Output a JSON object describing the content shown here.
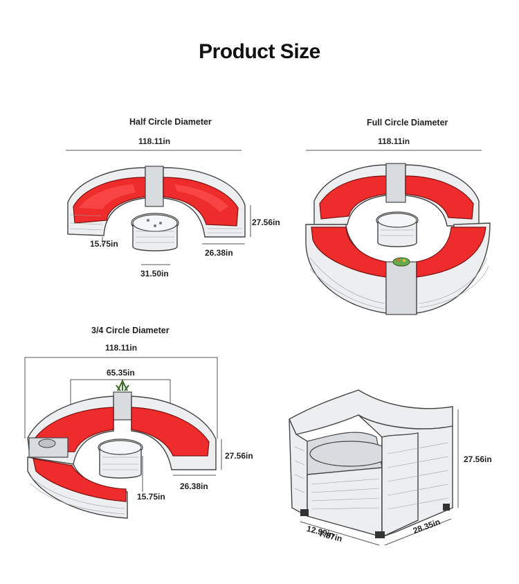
{
  "page": {
    "title": "Product Size"
  },
  "half_circle": {
    "heading": "Half Circle Diameter",
    "diameter": "118.11in",
    "height": "27.56in",
    "depth": "15.75in",
    "section_width": "26.38in",
    "table_width": "31.50in"
  },
  "full_circle": {
    "heading": "Full Circle Diameter",
    "diameter": "118.11in"
  },
  "three_quarter": {
    "heading": "3/4 Circle Diameter",
    "outer_diameter": "118.11in",
    "inner_diameter": "65.35in",
    "height": "27.56in",
    "section_width": "26.38in",
    "depth": "15.75in"
  },
  "armchair": {
    "height": "27.56in",
    "width": "28.35in",
    "depth_a": "12.99in",
    "depth_b": "7.87in"
  },
  "colors": {
    "cushion": "#ef2c2c",
    "rattan": "#eceef0",
    "outline": "#444444"
  }
}
